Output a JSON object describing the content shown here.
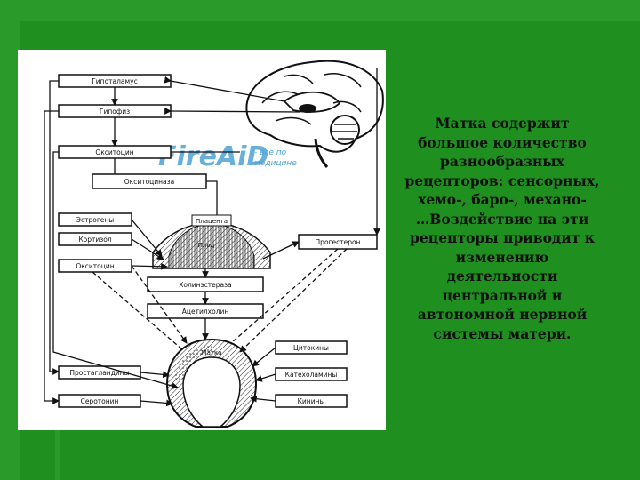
{
  "slide": {
    "colors": {
      "background": "#1f8f1f",
      "panel": "#ffffff",
      "text": "#101010"
    }
  },
  "diagram": {
    "boxes": {
      "hypothalamus": "Гипоталамус",
      "hypophysis": "Гипофиз",
      "oxytocin_top": "Окситоцин",
      "oxytocinase": "Окситоциназа",
      "estrogens": "Эстрогены",
      "cortisol": "Кортизол",
      "oxytocin_left": "Окситоцин",
      "progesterone": "Прогестерон",
      "cholinesterase": "Холинэстераза",
      "acetylcholine": "Ацетилхолин",
      "cytokines": "Цитокины",
      "catecholamines": "Катехоламины",
      "prostaglandins": "Простагландины",
      "serotonin": "Серотонин",
      "kinins": "Кинины"
    },
    "labels": {
      "placenta": "Плацента",
      "fetus": "Плод",
      "uterus": "Матка"
    },
    "watermark": {
      "brand": "FireAiD",
      "tagline_line1": "- все по",
      "tagline_line2": "медицине"
    }
  },
  "caption": {
    "lines": [
      "Матка содержит",
      "большое количество",
      "разнообразных",
      "рецепторов: сенсорных,",
      "хемо-, баро-, механо-",
      "…Воздействие на эти",
      "рецепторы приводит к",
      "изменению",
      "деятельности",
      "центральной и",
      "автономной нервной",
      "системы матери."
    ]
  }
}
